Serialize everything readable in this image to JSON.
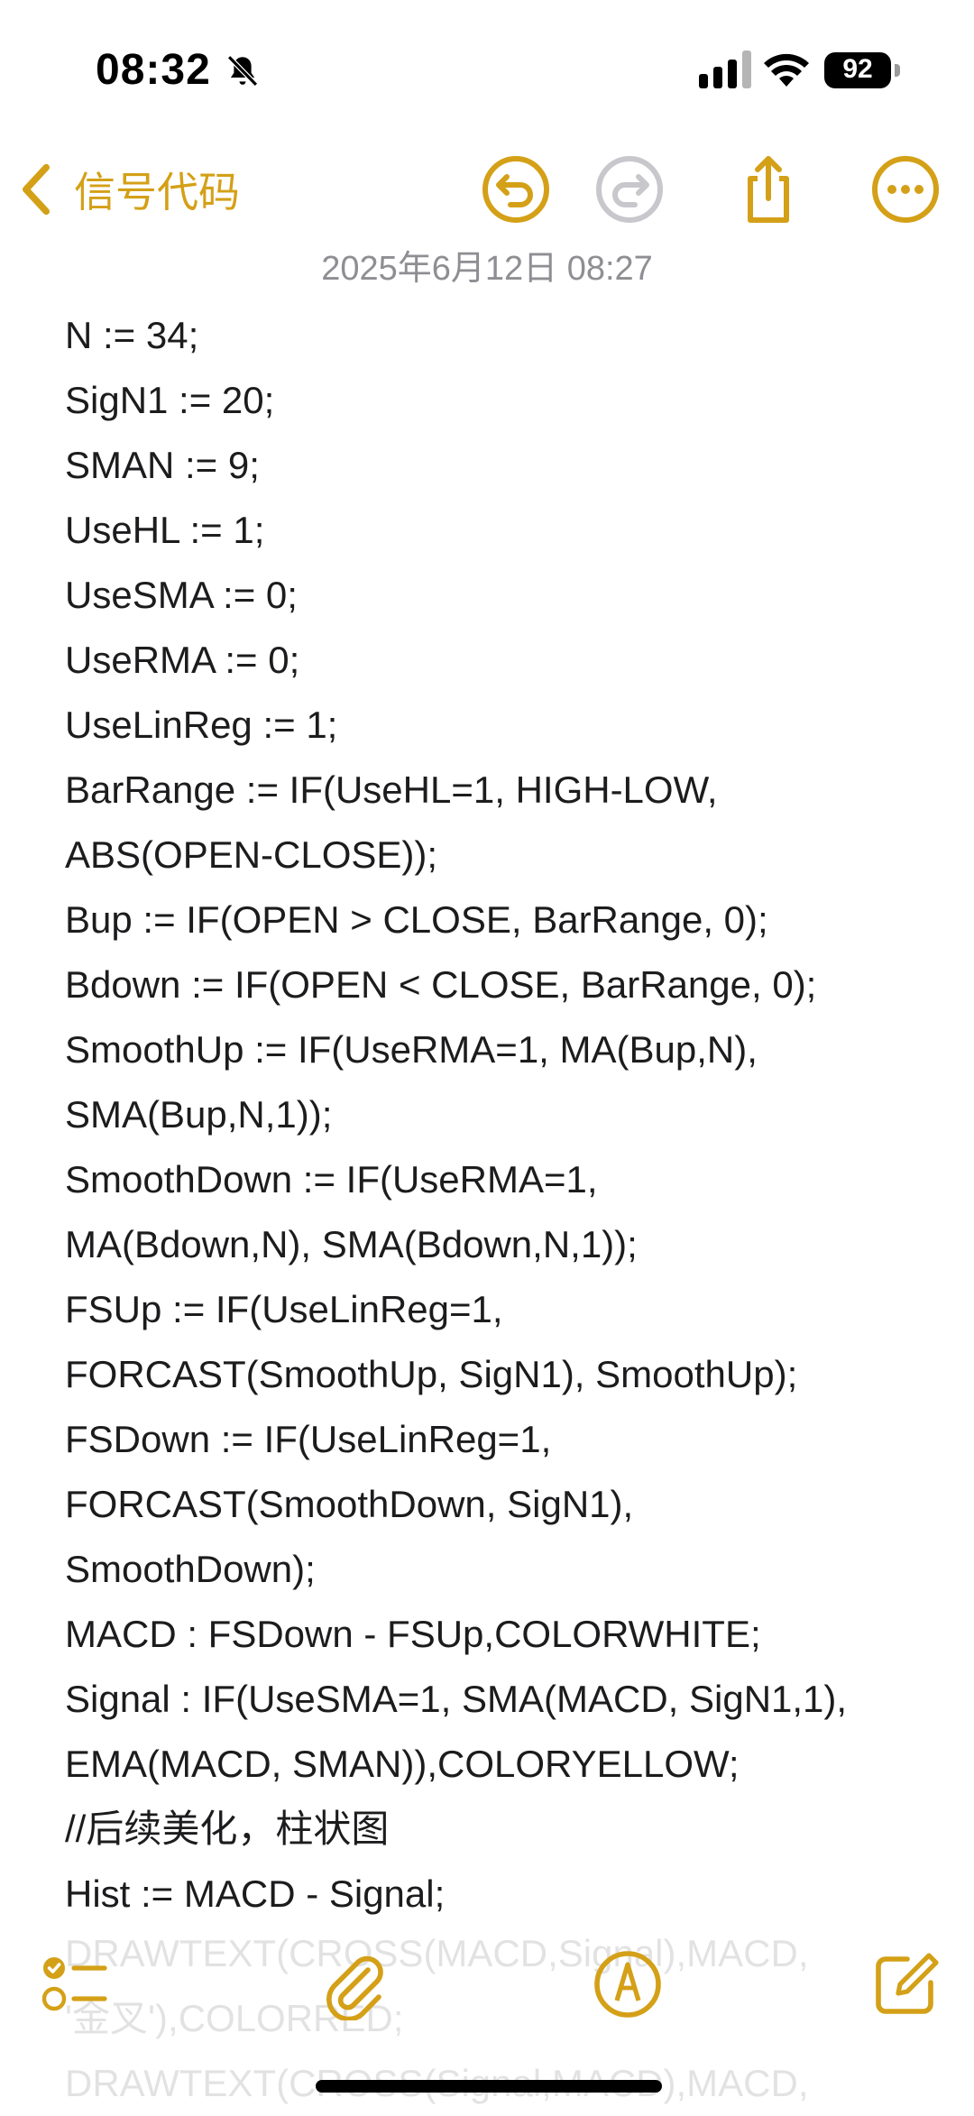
{
  "status_bar": {
    "time": "08:32",
    "battery_level": "92",
    "icons": [
      "bell-slash-icon",
      "cellular-signal-icon",
      "wifi-icon",
      "battery-icon"
    ]
  },
  "nav": {
    "back_label": "信号代码",
    "icons": [
      "chevron-left-icon",
      "undo-icon",
      "redo-icon",
      "share-icon",
      "more-icon"
    ]
  },
  "note": {
    "date": "2025年6月12日 08:27",
    "lines": [
      "N := 34;",
      "SigN1 := 20;",
      "SMAN := 9;",
      "UseHL := 1;",
      "UseSMA := 0;",
      "UseRMA := 0;",
      "UseLinReg := 1;",
      "BarRange := IF(UseHL=1, HIGH-LOW,",
      "ABS(OPEN-CLOSE));",
      "Bup := IF(OPEN > CLOSE, BarRange, 0);",
      "Bdown := IF(OPEN < CLOSE, BarRange, 0);",
      "SmoothUp := IF(UseRMA=1, MA(Bup,N),",
      "SMA(Bup,N,1));",
      "SmoothDown := IF(UseRMA=1,",
      "MA(Bdown,N), SMA(Bdown,N,1));",
      "FSUp := IF(UseLinReg=1,",
      "FORCAST(SmoothUp, SigN1), SmoothUp);",
      "FSDown := IF(UseLinReg=1,",
      "FORCAST(SmoothDown, SigN1),",
      "SmoothDown);",
      "MACD : FSDown - FSUp,COLORWHITE;",
      "Signal : IF(UseSMA=1, SMA(MACD, SigN1,1),",
      "EMA(MACD, SMAN)),COLORYELLOW;",
      "//后续美化，柱状图",
      "Hist := MACD - Signal;"
    ],
    "faded_lines": [
      "DRAWTEXT(CROSS(MACD,Signal),MACD,",
      "'金叉'),COLORRED;",
      "DRAWTEXT(CROSS(Signal,MACD),MACD,"
    ]
  },
  "toolbar": {
    "icons": [
      "checklist-icon",
      "attachment-icon",
      "markup-icon",
      "compose-icon"
    ]
  },
  "colors": {
    "accent": "#d4a017",
    "text": "#1c1c1e",
    "secondary_text": "#8e8e93",
    "disabled": "#c7c7cc"
  }
}
